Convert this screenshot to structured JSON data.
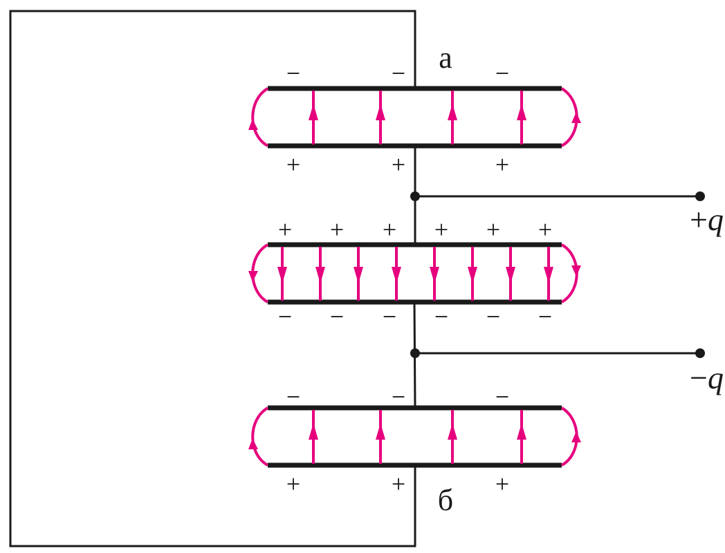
{
  "labels": {
    "node_a": "а",
    "node_b": "б",
    "terminal_pos": {
      "sign": "+",
      "var": "q"
    },
    "terminal_neg": {
      "sign": "−",
      "var": "q"
    }
  },
  "signs": {
    "plus": "+",
    "minus": "−"
  },
  "colors": {
    "field_lines": "#e6007e",
    "wire": "#1a1a1a",
    "plate": "#1a1a1a"
  },
  "capacitors": [
    {
      "id": "top",
      "top_plate_charge": "−",
      "bottom_plate_charge": "+",
      "field_direction": "up"
    },
    {
      "id": "middle",
      "top_plate_charge": "+",
      "bottom_plate_charge": "−",
      "field_direction": "down"
    },
    {
      "id": "bottom",
      "top_plate_charge": "−",
      "bottom_plate_charge": "+",
      "field_direction": "up"
    }
  ]
}
